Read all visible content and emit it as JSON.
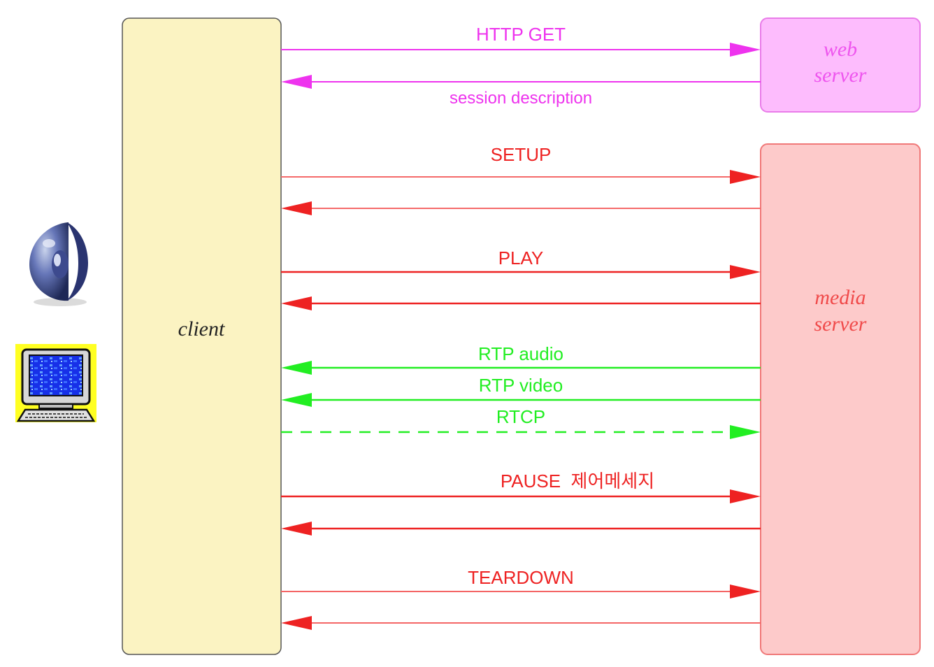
{
  "participants": {
    "client": {
      "label": "client"
    },
    "web_server": {
      "label_line1": "web",
      "label_line2": "server"
    },
    "media_server": {
      "label_line1": "media",
      "label_line2": "server"
    }
  },
  "colors": {
    "client_fill": "#fbf3c2",
    "web_server_fill": "#fdbcfd",
    "web_server_stroke": "#e97ce9",
    "web_server_text": "#ee55ee",
    "media_server_fill": "#fdcaca",
    "media_server_stroke": "#f07878",
    "media_server_text": "#f04a4a",
    "http": "#ee33ee",
    "setup": "#f56a6a",
    "control": "#ee2222",
    "teardown": "#f46565",
    "rtp": "#22ee22"
  },
  "messages": {
    "http_get": {
      "label": "HTTP GET"
    },
    "session_description": {
      "label": "session description"
    },
    "setup": {
      "label": "SETUP"
    },
    "play": {
      "label": "PLAY"
    },
    "rtp_audio": {
      "label": "RTP audio"
    },
    "rtp_video": {
      "label": "RTP video"
    },
    "rtcp": {
      "label": "RTCP"
    },
    "pause": {
      "label": "PAUSE  제어메세지"
    },
    "teardown": {
      "label": "TEARDOWN"
    }
  },
  "icons": [
    "speaker-icon",
    "computer-monitor-icon"
  ]
}
